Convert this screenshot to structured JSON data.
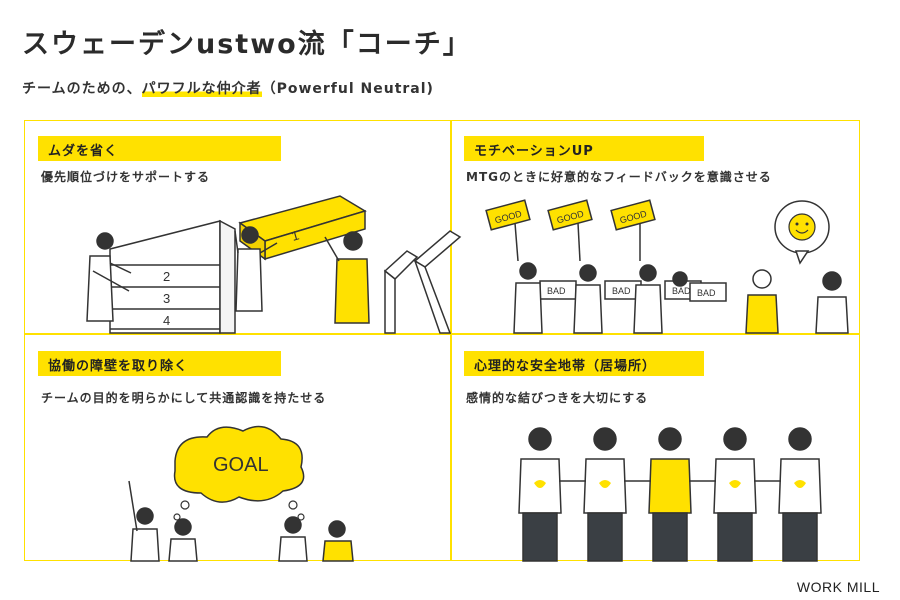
{
  "title": "スウェーデンustwo流「コーチ」",
  "subtitle": {
    "prefix": "チームのための、",
    "highlight": "パワフルな仲介者",
    "suffix": "（Powerful Neutral)"
  },
  "panels": [
    {
      "badge": "ムダを省く",
      "desc": "優先順位づけをサポートする",
      "boxes": [
        "1",
        "2",
        "3",
        "4"
      ]
    },
    {
      "badge": "モチベーションUP",
      "desc": "MTGのときに好意的なフィードバックを意識させる",
      "signs_good": [
        "GOOD",
        "GOOD",
        "GOOD"
      ],
      "signs_bad": [
        "BAD",
        "BAD",
        "BAD",
        "BAD"
      ]
    },
    {
      "badge": "協働の障壁を取り除く",
      "desc": "チームの目的を明らかにして共通認識を持たせる",
      "cloud_text": "GOAL"
    },
    {
      "badge": "心理的な安全地帯（居場所）",
      "desc": "感情的な結びつきを大切にする"
    }
  ],
  "footer": "WORK MILL",
  "colors": {
    "accent": "#ffe100",
    "ink": "#333333",
    "pants": "#3a3f44"
  }
}
